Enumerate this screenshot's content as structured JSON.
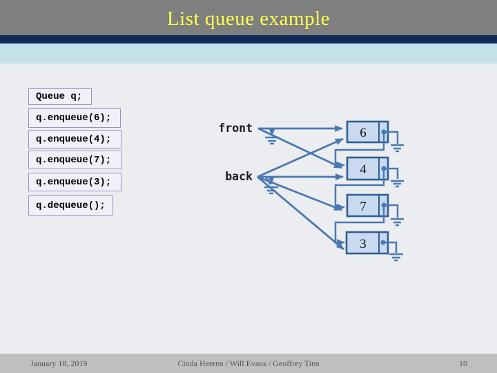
{
  "slide": {
    "title": "List queue example",
    "footer": {
      "date": "January 18, 2019",
      "authors": "Cinda Heeren / Will Evans / Geoffrey Tien",
      "page_number": "10"
    }
  },
  "code_lines": [
    "Queue q;",
    "q.enqueue(6);",
    "q.enqueue(4);",
    "q.enqueue(7);",
    "q.enqueue(3);",
    "q.dequeue();"
  ],
  "diagram": {
    "front_label": "front",
    "back_label": "back",
    "nodes": [
      {
        "value": "6"
      },
      {
        "value": "4"
      },
      {
        "value": "7"
      },
      {
        "value": "3"
      }
    ],
    "icons": {
      "null_pointer_icon": "electrical-ground",
      "pointer_icon": "filled-dot"
    },
    "colors": {
      "arrow": "#4a78b2",
      "node_fill": "#c9daf0",
      "node_border": "#2f5e92",
      "title_text": "#ffff4d",
      "header_bg": "#7f7f7f",
      "accent_bar": "#112a5a",
      "accent_strip": "#c4e0e9",
      "code_box_bg": "#f2eff8",
      "code_box_border": "#9691bb",
      "footer_bg": "#bfbfbf",
      "main_bg": "#ebedf1"
    }
  }
}
